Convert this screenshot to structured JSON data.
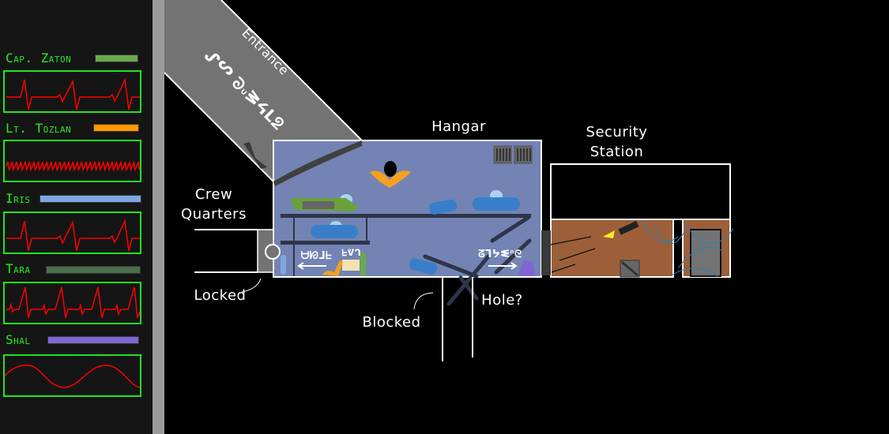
{
  "crew": [
    {
      "name": "Cap. Zaton",
      "bar_color": "#6aa84f",
      "vitals_pattern": "normal-heartbeat"
    },
    {
      "name": "Lt. Tozlan",
      "bar_color": "#ff9900",
      "vitals_pattern": "rapid-heartbeat"
    },
    {
      "name": "Iris",
      "bar_color": "#7ea6e0",
      "vitals_pattern": "normal-heartbeat"
    },
    {
      "name": "Tara",
      "bar_color": "#3d6b3d",
      "vitals_pattern": "elevated-heartbeat"
    },
    {
      "name": "Shal",
      "bar_color": "#8066d4",
      "vitals_pattern": "sine-wave"
    }
  ],
  "map": {
    "rooms": {
      "entrance": {
        "label": "Entrance",
        "sign": "ᘔᒣᔭᓬᐢᘓ ᔕᔑ"
      },
      "hangar": {
        "label": "Hangar",
        "sign_left": "ᗨᘗᒧᖶ",
        "sign_mid": "ᖶᕓᒉ",
        "sign_right": "ᘔᒣᔭᓬᐢᘓ"
      },
      "crew_quarters": {
        "label_line1": "Crew",
        "label_line2": "Quarters"
      },
      "security_station": {
        "label_line1": "Security",
        "label_line2": "Station"
      }
    },
    "annotations": {
      "locked": "Locked",
      "blocked": "Blocked",
      "hole": "Hole?"
    }
  },
  "colors": {
    "vitals_line": "#ff0000",
    "monitor_border": "#1fe61f",
    "hangar_floor": "#7383b3",
    "security_floor": "#9c5f3a",
    "corridor": "#737373"
  }
}
